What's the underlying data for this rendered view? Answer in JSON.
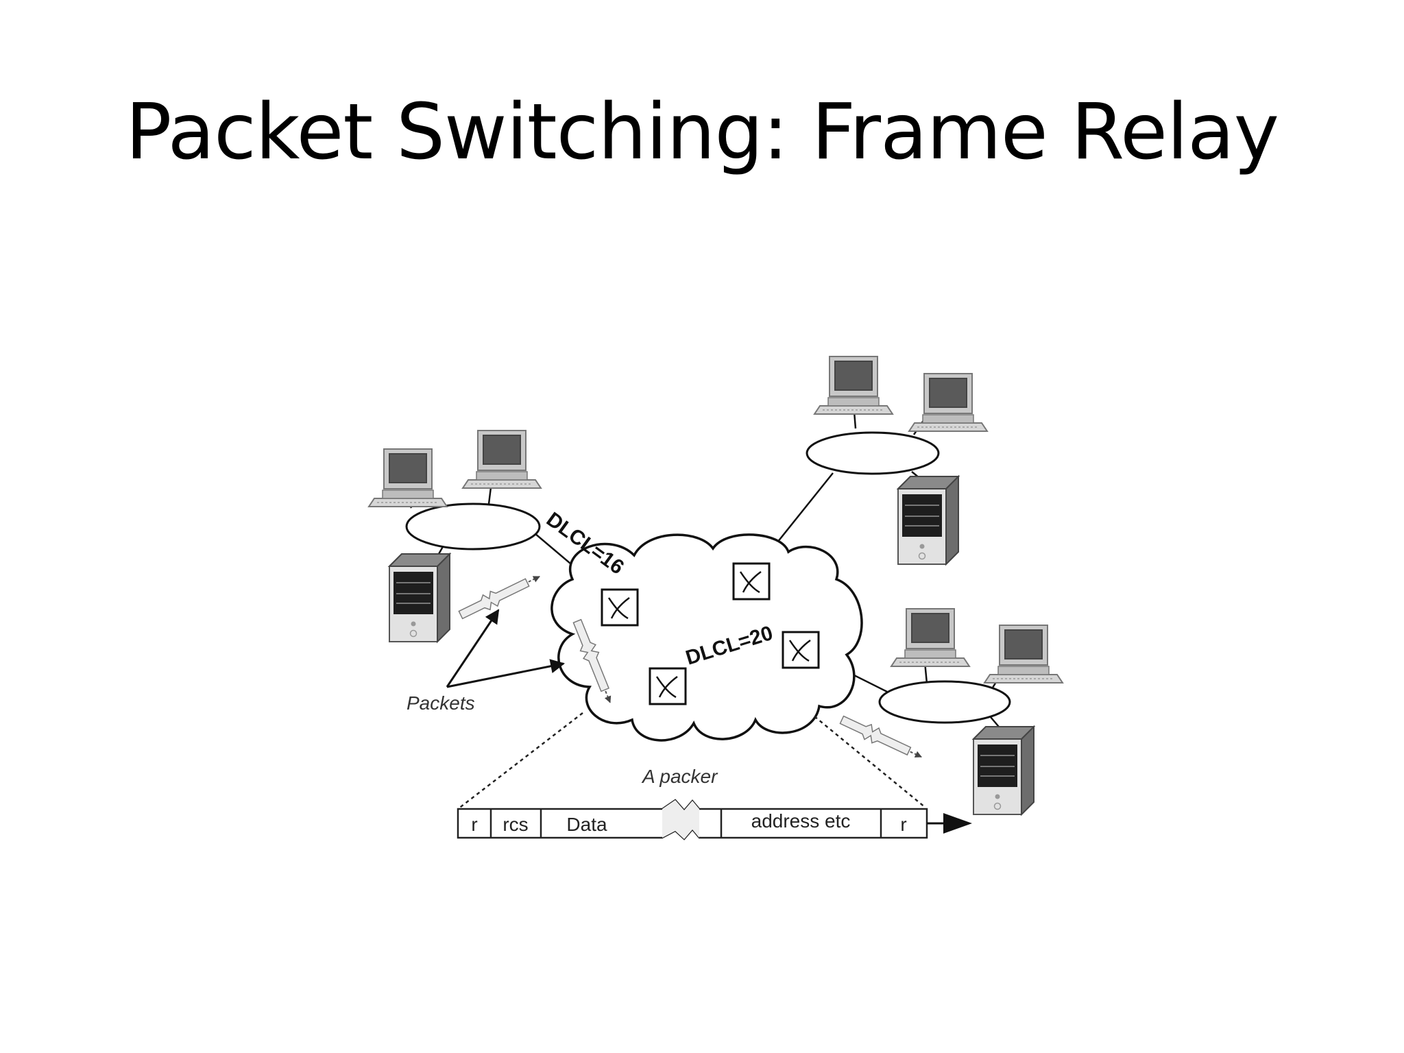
{
  "title": "Packet Switching: Frame Relay",
  "diagram": {
    "link_labels": [
      "DLCL=16",
      "DLCL=20"
    ],
    "packets_label": "Packets",
    "packet_caption": "A packer",
    "packet_fields": [
      "r",
      "rcs",
      "Data",
      "address etc",
      "r"
    ]
  }
}
